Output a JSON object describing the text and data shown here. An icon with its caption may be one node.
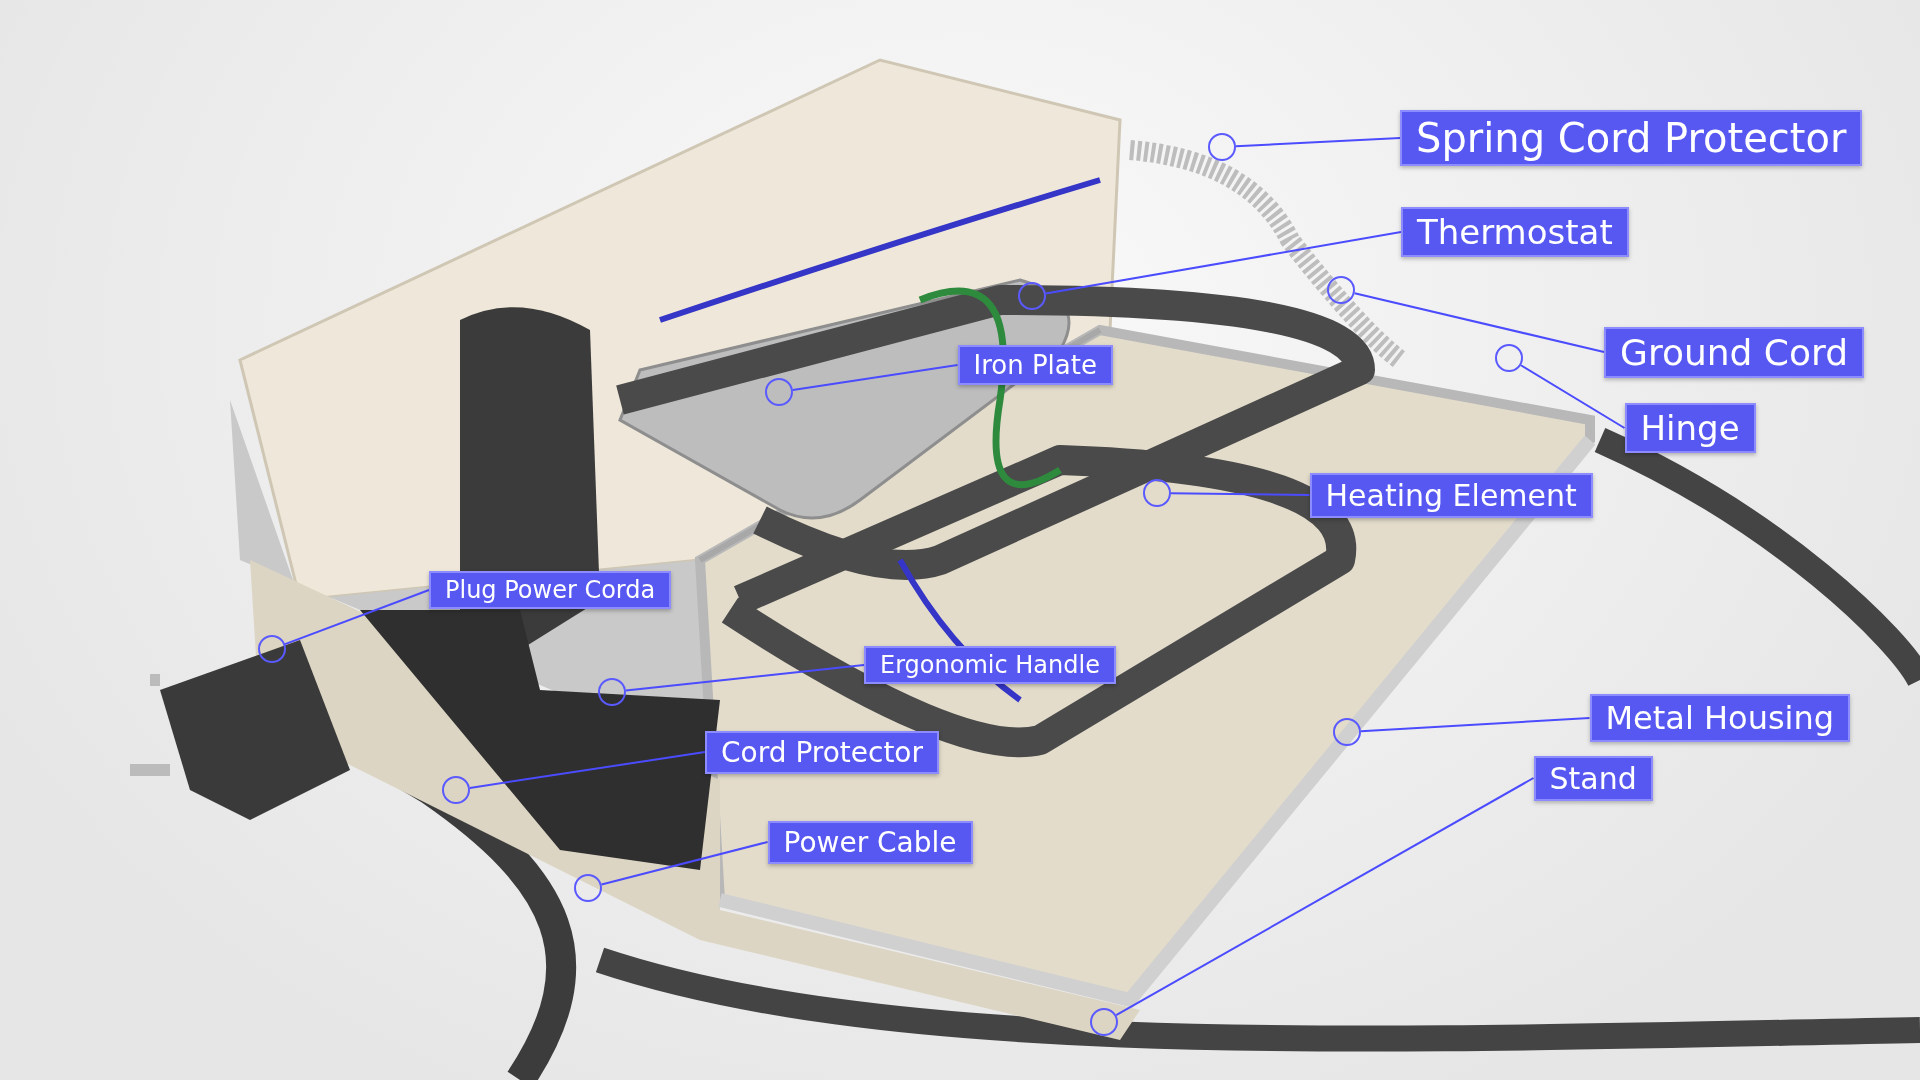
{
  "diagram": {
    "nodes": [
      {
        "text": [
          "Spring Cord Protector"
        ]
      },
      {
        "text": [
          "Thermostat"
        ]
      },
      {
        "text": [
          "Ground Cord"
        ]
      },
      {
        "text": [
          "Hinge"
        ]
      },
      {
        "text": [
          "Iron Plate"
        ]
      },
      {
        "text": [
          "Heating Element"
        ]
      },
      {
        "text": [
          "Plug Power Corda"
        ]
      },
      {
        "text": [
          "Ergonomic Handle"
        ]
      },
      {
        "text": [
          "Cord Protector"
        ]
      },
      {
        "text": [
          "Power Cable"
        ]
      },
      {
        "text": [
          "Metal Housing"
        ]
      },
      {
        "text": [
          "Stand"
        ]
      },
      {
        "text": [],
        "shape": "circle"
      },
      {
        "text": [],
        "shape": "circle"
      },
      {
        "text": [],
        "shape": "circle"
      },
      {
        "text": [],
        "shape": "circle"
      },
      {
        "text": [],
        "shape": "circle"
      },
      {
        "text": [],
        "shape": "circle"
      },
      {
        "text": [],
        "shape": "circle"
      },
      {
        "text": [],
        "shape": "circle"
      },
      {
        "text": [],
        "shape": "circle"
      },
      {
        "text": [],
        "shape": "circle"
      },
      {
        "text": [],
        "shape": "circle"
      },
      {
        "text": [],
        "shape": "circle"
      }
    ],
    "edges": [
      {
        "from": 0,
        "to": 12,
        "arrow": "none"
      },
      {
        "from": 1,
        "to": 13,
        "arrow": "none"
      },
      {
        "from": 2,
        "to": 14,
        "arrow": "none"
      },
      {
        "from": 3,
        "to": 15,
        "arrow": "none"
      },
      {
        "from": 4,
        "to": 16,
        "arrow": "none"
      },
      {
        "from": 5,
        "to": 17,
        "arrow": "none"
      },
      {
        "from": 6,
        "to": 18,
        "arrow": "none"
      },
      {
        "from": 7,
        "to": 19,
        "arrow": "none"
      },
      {
        "from": 8,
        "to": 20,
        "arrow": "none"
      },
      {
        "from": 9,
        "to": 21,
        "arrow": "none"
      },
      {
        "from": 10,
        "to": 22,
        "arrow": "none"
      },
      {
        "from": 11,
        "to": 23,
        "arrow": "none"
      }
    ]
  }
}
